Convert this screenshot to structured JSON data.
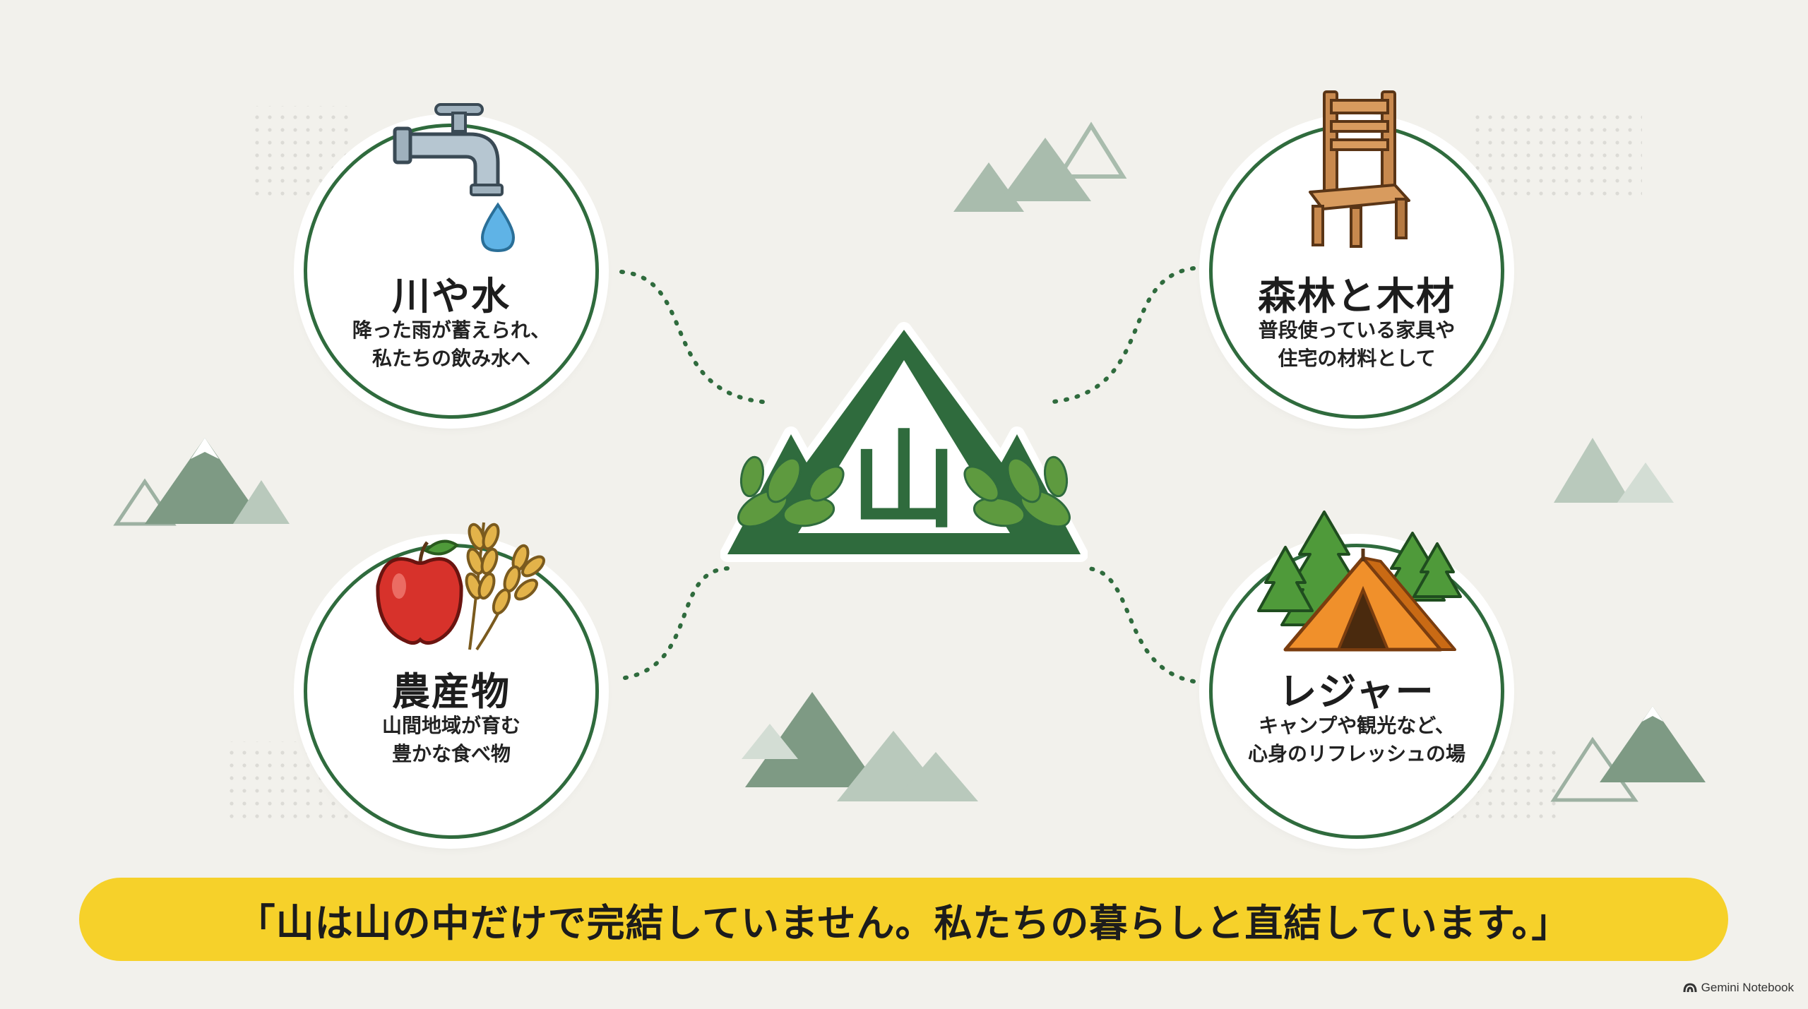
{
  "center": {
    "label": "山",
    "accent_color": "#2f6b3d",
    "leaf_color": "#5e9a3f"
  },
  "cards": [
    {
      "id": "water",
      "title": "川や水",
      "description_lines": [
        "降った雨が蓄えられ、",
        "私たちの飲み水へ"
      ],
      "icon": "faucet-with-water-drop-icon"
    },
    {
      "id": "forest",
      "title": "森林と木材",
      "description_lines": [
        "普段使っている家具や",
        "住宅の材料として"
      ],
      "icon": "wooden-chair-icon"
    },
    {
      "id": "agriculture",
      "title": "農産物",
      "description_lines": [
        "山間地域が育む",
        "豊かな食べ物"
      ],
      "icon": "apple-and-wheat-icon"
    },
    {
      "id": "leisure",
      "title": "レジャー",
      "description_lines": [
        "キャンプや観光など、",
        "心身のリフレッシュの場"
      ],
      "icon": "tent-and-trees-icon"
    }
  ],
  "banner": {
    "text": "「山は山の中だけで完結していません。私たちの暮らしと直結しています。」",
    "color": "#f6d12a"
  },
  "brand": {
    "text": "Gemini Notebook"
  },
  "colors": {
    "background": "#f2f1ec",
    "card_border": "#2f6b3d",
    "connector": "#2f6b3d",
    "decor_mountain": "#7e9a84"
  }
}
